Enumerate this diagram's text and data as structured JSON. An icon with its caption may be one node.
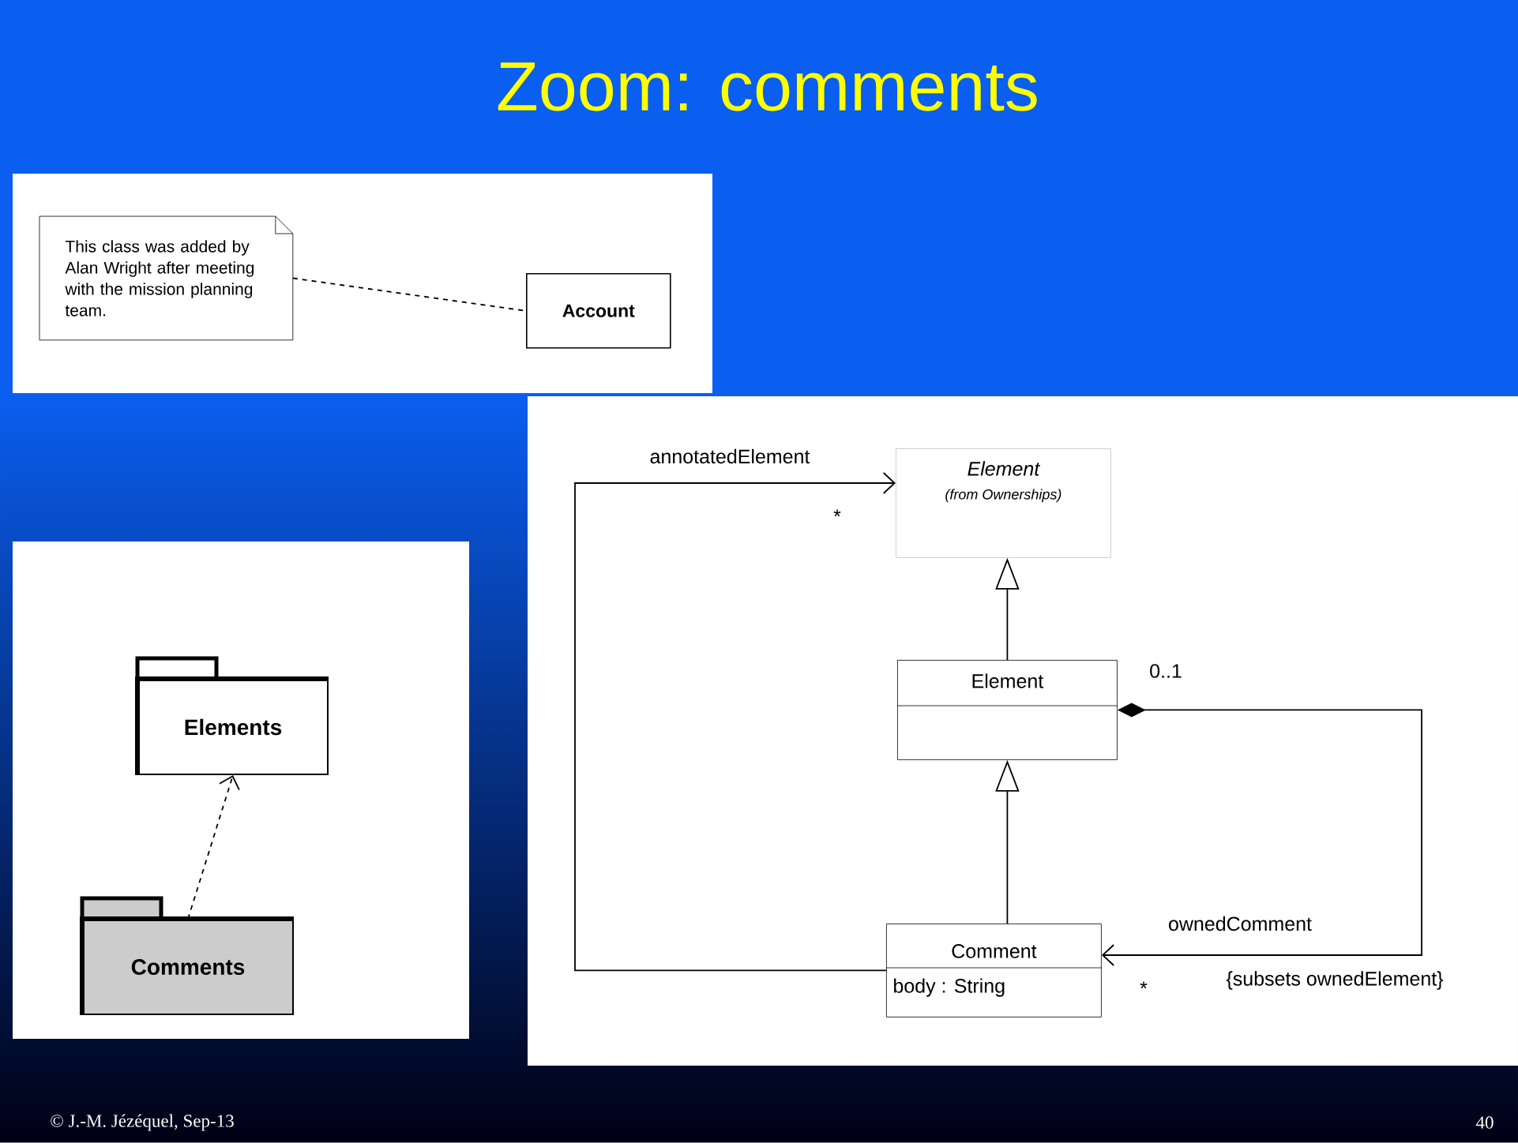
{
  "diagram": {
    "title": "Zoom: comments",
    "nodes": [
      {
        "text": [
          "This class was added by Alan Wright after meeting with the mission planning team."
        ]
      },
      {
        "text": [
          "Account"
        ]
      },
      {
        "text": [
          "Elements"
        ]
      },
      {
        "text": [
          "Comments"
        ]
      },
      {
        "text": [
          "Element",
          "(from Ownerships)"
        ]
      },
      {
        "text": [
          "Element"
        ]
      },
      {
        "text": [
          "Comment",
          "body : String"
        ]
      }
    ],
    "edges": [
      {
        "from": 0,
        "to": 1,
        "arrow": "none",
        "style": "dashed"
      },
      {
        "from": 3,
        "to": 2,
        "arrow": "to",
        "style": "dashed"
      },
      {
        "from": 5,
        "to": 4,
        "arrow": "to"
      },
      {
        "from": 6,
        "to": 5,
        "arrow": "to"
      },
      {
        "from": 6,
        "to": 4,
        "arrow": "to",
        "label": "annotatedElement"
      },
      {
        "from": 5,
        "to": 6,
        "arrow": "to",
        "label": "ownedComment"
      }
    ],
    "labels": [
      "*",
      "0..1",
      "*",
      "{subsets ownedElement}",
      "© J.-M. Jézéquel, Sep-13",
      "40"
    ]
  }
}
